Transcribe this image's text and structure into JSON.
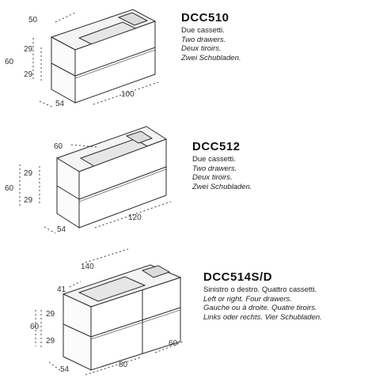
{
  "products": [
    {
      "code": "DCC510",
      "lines": [
        "Due cassetti.",
        "Two drawers.",
        "Deux tiroirs.",
        "Zwei Schubladen."
      ],
      "dimensions": {
        "basin": "50",
        "height": "60",
        "drawer_top": "29",
        "drawer_bottom": "29",
        "depth": "54",
        "width": "100"
      }
    },
    {
      "code": "DCC512",
      "lines": [
        "Due cassetti.",
        "Two drawers.",
        "Deux tiroirs.",
        "Zwei Schubladen."
      ],
      "dimensions": {
        "basin": "60",
        "height": "60",
        "drawer_top": "29",
        "drawer_bottom": "29",
        "depth": "54",
        "width": "120"
      }
    },
    {
      "code": "DCC514S/D",
      "lines": [
        "Sinistro o destro. Quattro cassetti.",
        "Left or right. Four drawers.",
        "Gauche ou à droite. Quatre tiroirs.",
        "Links oder rechts. Vier Schubladen."
      ],
      "dimensions": {
        "total_width": "140",
        "basin": "41",
        "height": "60",
        "drawer_top": "29",
        "drawer_bottom": "29",
        "depth": "54",
        "width_left": "80",
        "width_right": "60"
      }
    }
  ]
}
